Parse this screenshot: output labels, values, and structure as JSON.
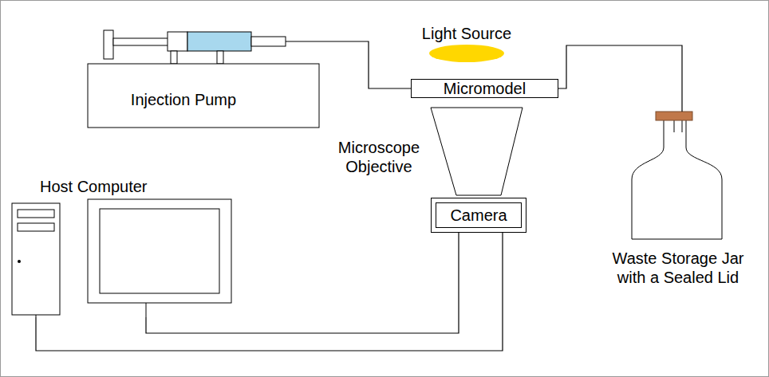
{
  "diagram": {
    "nodes": [
      {
        "text": [
          "Light Source"
        ]
      },
      {
        "text": [
          "Injection Pump"
        ]
      },
      {
        "text": [
          "Micromodel"
        ]
      },
      {
        "text": [
          "Microscope Objective"
        ]
      },
      {
        "text": [
          "Camera"
        ]
      },
      {
        "text": [
          "Host Computer"
        ]
      },
      {
        "text": [
          "Waste Storage Jar with a Sealed Lid"
        ]
      }
    ],
    "edges": [
      {
        "from": 1,
        "to": 2,
        "arrow": "none"
      },
      {
        "from": 2,
        "to": 6,
        "arrow": "none"
      },
      {
        "from": 4,
        "to": 5,
        "arrow": "none"
      },
      {
        "from": 4,
        "to": 5,
        "arrow": "none"
      }
    ]
  }
}
